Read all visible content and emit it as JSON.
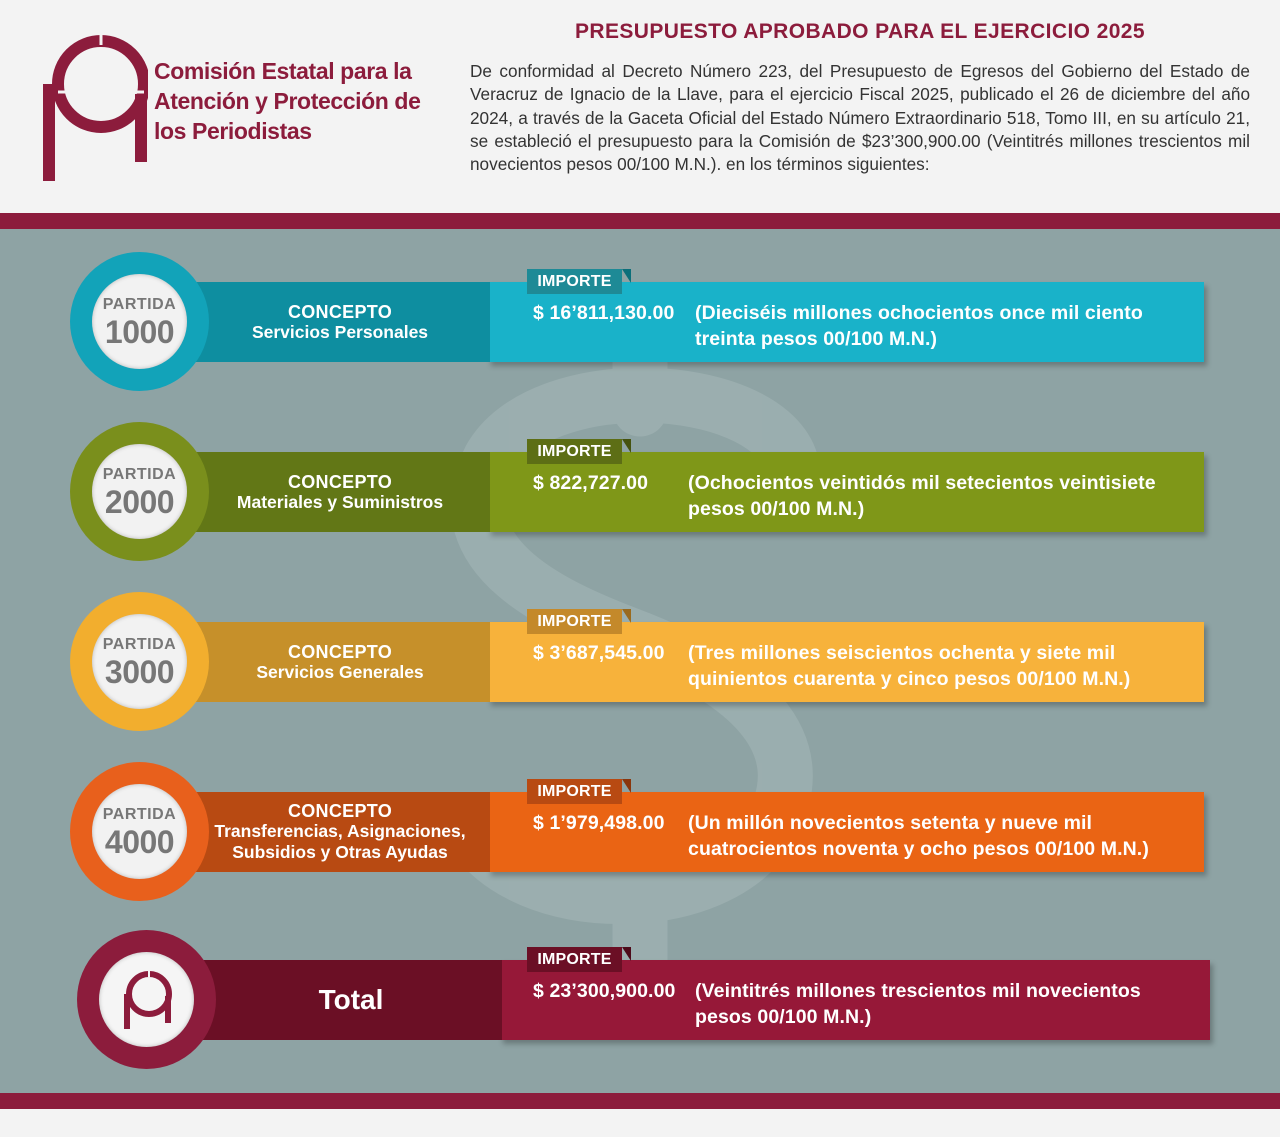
{
  "header": {
    "org_name_lines": [
      "Comisión Estatal para la",
      "Atención y Protección de",
      "los Periodistas"
    ],
    "title": "PRESUPUESTO APROBADO PARA EL EJERCICIO 2025",
    "intro": "De conformidad al Decreto Número 223, del Presupuesto de Egresos del Gobierno del Estado de Veracruz de Ignacio de la Llave, para el ejercicio Fiscal 2025, publicado el 26 de diciembre del año 2024, a través de la Gaceta Oficial del Estado Número Extraordinario 518, Tomo III, en su artículo 21, se estableció el presupuesto para la Comisión de $23’300,900.00 (Veintitrés millones trescientos mil novecientos pesos 00/100 M.N.). en los términos siguientes:"
  },
  "colors": {
    "brand": "#8c1c3c",
    "background": "#8ea3a4"
  },
  "partidas": [
    {
      "label": "PARTIDA",
      "number": "1000",
      "concept_head": "CONCEPTO",
      "concept_lines": [
        "Servicios Personales"
      ],
      "tag": "IMPORTE",
      "amount": "$ 16’811,130.00",
      "amount_text": "(Dieciséis millones ochocientos once mil ciento treinta pesos 00/100 M.N.)",
      "color_ring": "#12a3b9",
      "color_dark": "#0e8ea0",
      "color_light": "#19b2c9",
      "color_tag": "#1e8a96"
    },
    {
      "label": "PARTIDA",
      "number": "2000",
      "concept_head": "CONCEPTO",
      "concept_lines": [
        "Materiales y Suministros"
      ],
      "tag": "IMPORTE",
      "amount": "$ 822,727.00",
      "amount_text": "(Ochocientos veintidós mil setecientos veintisiete pesos 00/100 M.N.)",
      "color_ring": "#7a8f1c",
      "color_dark": "#627716",
      "color_light": "#7f9718",
      "color_tag": "#5d6e15"
    },
    {
      "label": "PARTIDA",
      "number": "3000",
      "concept_head": "CONCEPTO",
      "concept_lines": [
        "Servicios Generales"
      ],
      "tag": "IMPORTE",
      "amount": "$ 3’687,545.00",
      "amount_text": "(Tres millones seiscientos ochenta y siete mil quinientos cuarenta y cinco pesos 00/100 M.N.)",
      "color_ring": "#f2ae2e",
      "color_dark": "#c6902a",
      "color_light": "#f7b23b",
      "color_tag": "#c4892a"
    },
    {
      "label": "PARTIDA",
      "number": "4000",
      "concept_head": "CONCEPTO",
      "concept_lines": [
        "Transferencias, Asignaciones,",
        "Subsidios y Otras Ayudas"
      ],
      "tag": "IMPORTE",
      "amount": "$ 1’979,498.00",
      "amount_text": "(Un millón novecientos setenta y nueve mil cuatrocientos noventa y ocho pesos 00/100 M.N.)",
      "color_ring": "#e8601c",
      "color_dark": "#b84a12",
      "color_light": "#ea6414",
      "color_tag": "#b84a12"
    }
  ],
  "total": {
    "label": "Total",
    "tag": "IMPORTE",
    "amount": "$ 23’300,900.00",
    "amount_text": "(Veintitrés millones trescientos mil novecientos pesos 00/100 M.N.)",
    "color_ring": "#8c1c3c",
    "color_dark": "#6b0f25",
    "color_light": "#961838",
    "color_tag": "#6b0f25"
  }
}
